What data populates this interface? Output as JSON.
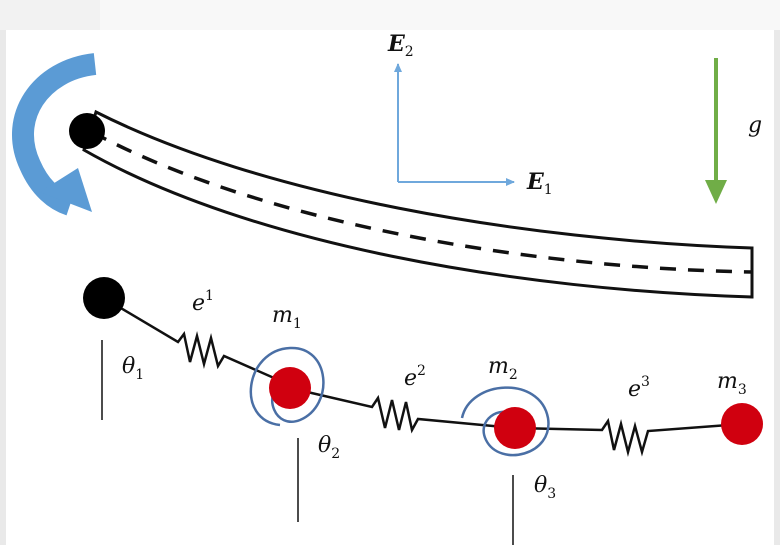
{
  "labels": {
    "E2_main": "E",
    "E2_sub": "2",
    "E1_main": "E",
    "E1_sub": "1",
    "gravity": "g",
    "e1_main": "e",
    "e1_sup": "1",
    "e2_main": "e",
    "e2_sup": "2",
    "e3_main": "e",
    "e3_sup": "3",
    "m1_main": "m",
    "m1_sub": "1",
    "m2_main": "m",
    "m2_sub": "2",
    "m3_main": "m",
    "m3_sub": "3",
    "theta1_main": "θ",
    "theta1_sub": "1",
    "theta2_main": "θ",
    "theta2_sub": "2",
    "theta3_main": "θ",
    "theta3_sub": "3"
  },
  "colors": {
    "beam_stroke": "#111111",
    "rotation_arrow": "#5b9bd5",
    "axis_arrows": "#6fa8dc",
    "gravity_arrow": "#70ad47",
    "mass_fill": "#d0000f",
    "node_fill": "#000000",
    "torsion_spring": "#4a6fa5"
  }
}
